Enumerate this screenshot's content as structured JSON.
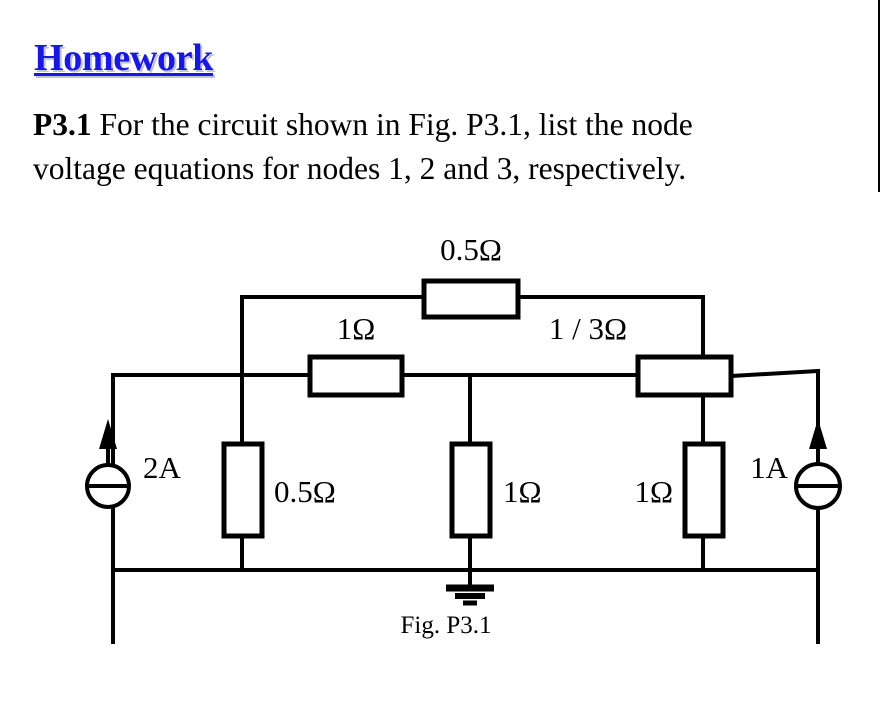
{
  "slide": {
    "title": "Homework",
    "title_color": "#1818e0",
    "problem_number": "P3.1",
    "problem_text_line1": " For the circuit shown in Fig. P3.1, list the node",
    "problem_text_line2": "voltage equations for nodes 1, 2 and 3, respectively.",
    "figure_caption": "Fig. P3.1"
  },
  "circuit": {
    "components": [
      {
        "id": "r-top",
        "label": "0.5Ω",
        "kind": "resistor",
        "orientation": "horizontal",
        "position": "top-branch"
      },
      {
        "id": "r-mid-left",
        "label": "1Ω",
        "kind": "resistor",
        "orientation": "horizontal",
        "position": "node1-node2"
      },
      {
        "id": "r-mid-right",
        "label": "1 / 3Ω",
        "kind": "resistor",
        "orientation": "horizontal",
        "position": "node2-node3"
      },
      {
        "id": "r-node1",
        "label": "0.5Ω",
        "kind": "resistor",
        "orientation": "vertical",
        "position": "node1-ground"
      },
      {
        "id": "r-node2",
        "label": "1Ω",
        "kind": "resistor",
        "orientation": "vertical",
        "position": "node2-ground"
      },
      {
        "id": "r-node3",
        "label": "1Ω",
        "kind": "resistor",
        "orientation": "vertical",
        "position": "node3-ground"
      },
      {
        "id": "src-left",
        "label": "2A",
        "kind": "current-source",
        "direction": "up",
        "position": "left-rail"
      },
      {
        "id": "src-right",
        "label": "1A",
        "kind": "current-source",
        "direction": "up",
        "position": "right-rail"
      }
    ],
    "ground": {
      "id": "gnd",
      "label": "",
      "position": "node2-bottom"
    },
    "labels": {
      "r_top": "0.5Ω",
      "r_mid_left": "1Ω",
      "r_mid_right": "1 / 3Ω",
      "r_node1": "0.5Ω",
      "r_node2": "1Ω",
      "r_node3": "1Ω",
      "src_left": "2A",
      "src_right": "1A"
    }
  }
}
